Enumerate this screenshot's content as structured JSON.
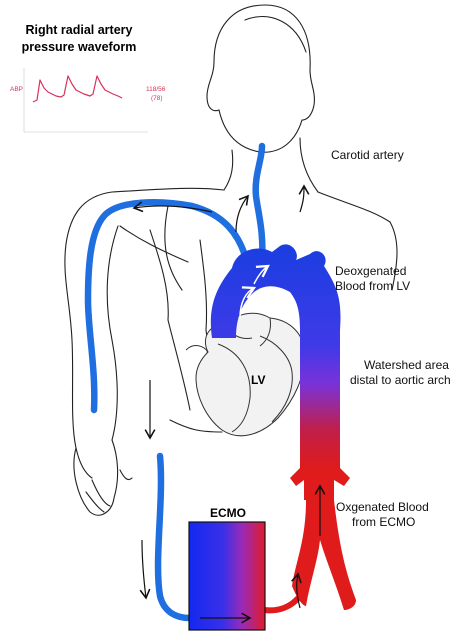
{
  "waveform": {
    "title_line1": "Right radial artery",
    "title_line2": "pressure waveform",
    "abp_label": "ABP",
    "abp_value": "118/56",
    "abp_mean": "(78)",
    "color": "#d8325a"
  },
  "labels": {
    "carotid": "Carotid artery",
    "deox_line1": "Deoxgenated",
    "deox_line2": "Blood from LV",
    "watershed_line1": "Watershed area",
    "watershed_line2": "distal to aortic arch",
    "oxy_line1": "Oxgenated Blood",
    "oxy_line2": "from ECMO",
    "lv": "LV",
    "ecmo": "ECMO"
  },
  "colors": {
    "deoxygenated": "#1f6fe0",
    "aorta_blue": "#1a3ee0",
    "oxygenated": "#e01b1b",
    "watershed_mid": "#8a2be2"
  }
}
